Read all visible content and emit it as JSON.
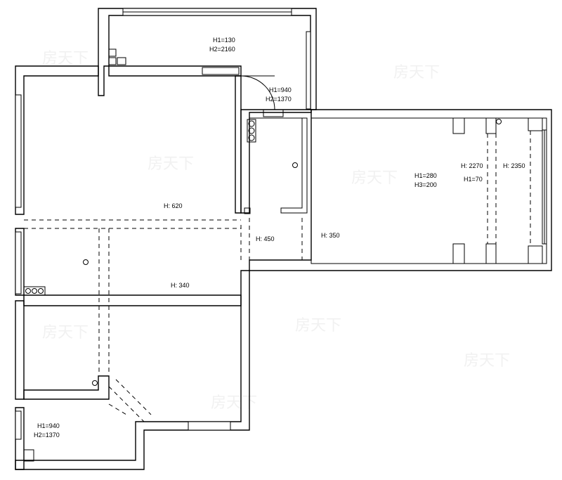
{
  "labels": {
    "balcony_top": [
      "H1=130",
      "H2=2160"
    ],
    "door_top": [
      "H1=940",
      "H2=1370"
    ],
    "room_large": "H: 620",
    "room_bottom_left": "H: 340",
    "hall": "H: 450",
    "corridor": "H: 350",
    "room_right_center": [
      "H1=280",
      "H3=200"
    ],
    "room_right_inner": [
      "H: 2270",
      "H1=70"
    ],
    "room_right_far": "H: 2350",
    "bath_bottom": [
      "H1=940",
      "H2=1370"
    ]
  }
}
